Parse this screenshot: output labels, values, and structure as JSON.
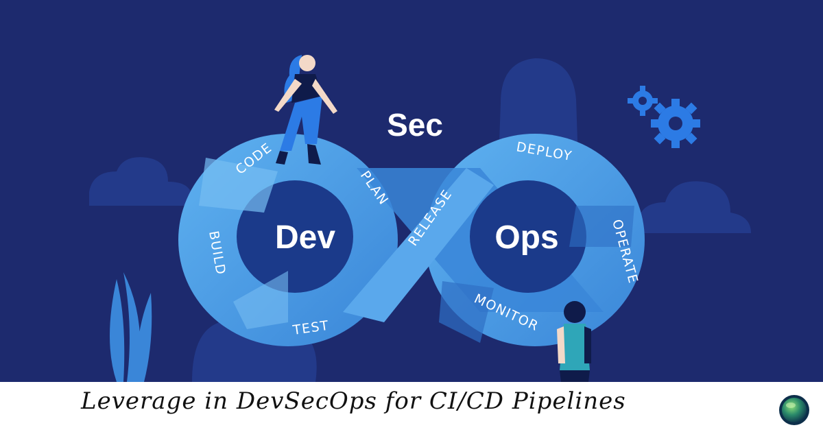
{
  "diagram": {
    "center_labels": {
      "sec": "Sec",
      "dev": "Dev",
      "ops": "Ops"
    },
    "stages": {
      "code": "CODE",
      "build": "BUILD",
      "test": "TEST",
      "plan": "PLAN",
      "release": "RELEASE",
      "deploy": "DEPLOY",
      "operate": "OPERATE",
      "monitor": "MONITOR"
    }
  },
  "caption": {
    "text": "Leverage in DevSecOps for CI/CD Pipelines"
  },
  "colors": {
    "background": "#1d2a6e",
    "ring_light": "#4fa3e8",
    "ring_dark": "#2f6fc4",
    "hole": "#1b3a8a",
    "gear": "#2c7be5",
    "caption_bar": "#ffffff"
  },
  "icons": [
    "gear-icon",
    "cloud-shape",
    "plant-shape",
    "person-woman",
    "person-boy",
    "logo-globe-icon"
  ]
}
